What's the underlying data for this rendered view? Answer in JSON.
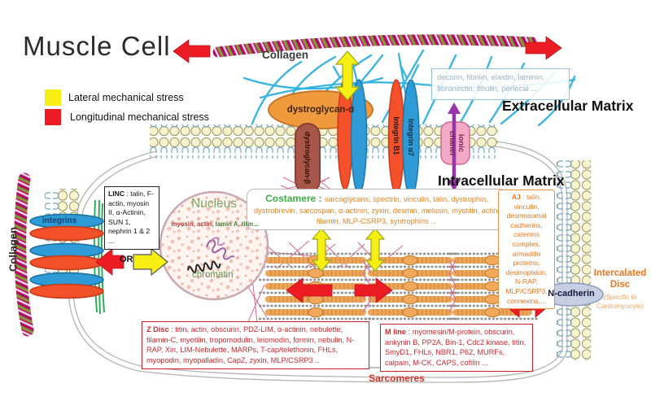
{
  "title": "Muscle Cell",
  "legend": {
    "lateral": {
      "label": "Lateral mechanical stress",
      "color": "#f7ef13"
    },
    "longitudinal": {
      "label": "Longitudinal mechanical stress",
      "color": "#ed1c24"
    }
  },
  "ecm": {
    "collagen_top": "Collagen",
    "collagen_left": "Collagen",
    "region_label": "Extracellular Matrix",
    "components_box": "decorin, fibrilin, elastin, laminin, fibronectin, fibulin, perlecal ..."
  },
  "icm": {
    "region_label": "Intracellular Matrix"
  },
  "membrane_proteins": {
    "dystroglycan_alpha": "dystroglycan-α",
    "dystroglycan_beta": "dystroglycan-β",
    "integrin_b1": "Integrin B1",
    "integrin_a7": "Integrin α7",
    "ionic_channel": "ionic\nchanel",
    "integrins_left": "integrins"
  },
  "linc_box": {
    "label": "LINC",
    "body": " : talin, F-actin, myosin II, α-Actinin, SUN 1, nephrin 1 & 2 ..."
  },
  "nucleus": {
    "title": "Nucleus",
    "proteins_red": "myosin, actin, ",
    "proteins_green": "lamin A, titin...",
    "chromatin": "chromatin",
    "or_label": "OR"
  },
  "costamere_box": {
    "label": "Costamere : ",
    "body": "sarcoglycans, spectrin, vinculin, talin, dystrophin, dystrobrevin, sarcospan, α-actinin, zyxin, desmin, melusin, myotilin, actin, filamin,  MLP-CSRP3, syntrophins ..."
  },
  "aj_box": {
    "label": "AJ",
    "body": " : talin, vinculin, desmosomal cadherins, catenins complex, armadillo proteins, desmoplakin, N-RAP, MLP/CSRP3, connexins,..."
  },
  "z_disc_box": {
    "label": "Z Disc",
    "body": " : titin, actin, obscurin, PDZ-LIM, α-actinin,  nebulette, filamin-C, myotilin, tropomodulin, leiomodin, formin, nebulin, N-RAP, Xin, LIM-Nebulette,  MARPs, T-cap/telethonin, FHLs, myopodin, myopalladin, CapZ, zyxin, MLP/CSRP3 .."
  },
  "m_line_box": {
    "label": "M line",
    "body": " : myomesin/M-protein, obscurin, ankynin B, PP2A, Bin-1, Cdc2 kinase, titin, SmyD1, FHLs, NBR1, P62,  MURFs, calpain, M-CK, CAPS, cofilin ..."
  },
  "sarcomeres_label": "Sarcomeres",
  "intercalated": {
    "n_cadherin": "N-cadherin",
    "title": "Intercalated Disc",
    "subtitle": "(Specific to Cardiomyocyte)"
  },
  "colors": {
    "lateral_stress_yellow": "#f7ef13",
    "longitudinal_stress_red": "#ed1c24",
    "integrin_blue": "#2e9bd6",
    "integrin_orange": "#f4502a",
    "dystroglycan_orange": "#f09a3e",
    "dystroglycan_brown": "#a85648",
    "ionic_channel_pink": "#f2a9c4",
    "ionic_arrow_purple": "#9933aa",
    "costamere_green": "#3fae49",
    "annotation_orange": "#e87722",
    "annotation_red": "#d4262c",
    "ecm_fiber_blue": "#35b4e0",
    "collagen_magenta": "#c81b7a",
    "collagen_green": "#7da02c",
    "sarcomere_orange": "#eda55a",
    "nucleus_green": "#7fa86a"
  }
}
